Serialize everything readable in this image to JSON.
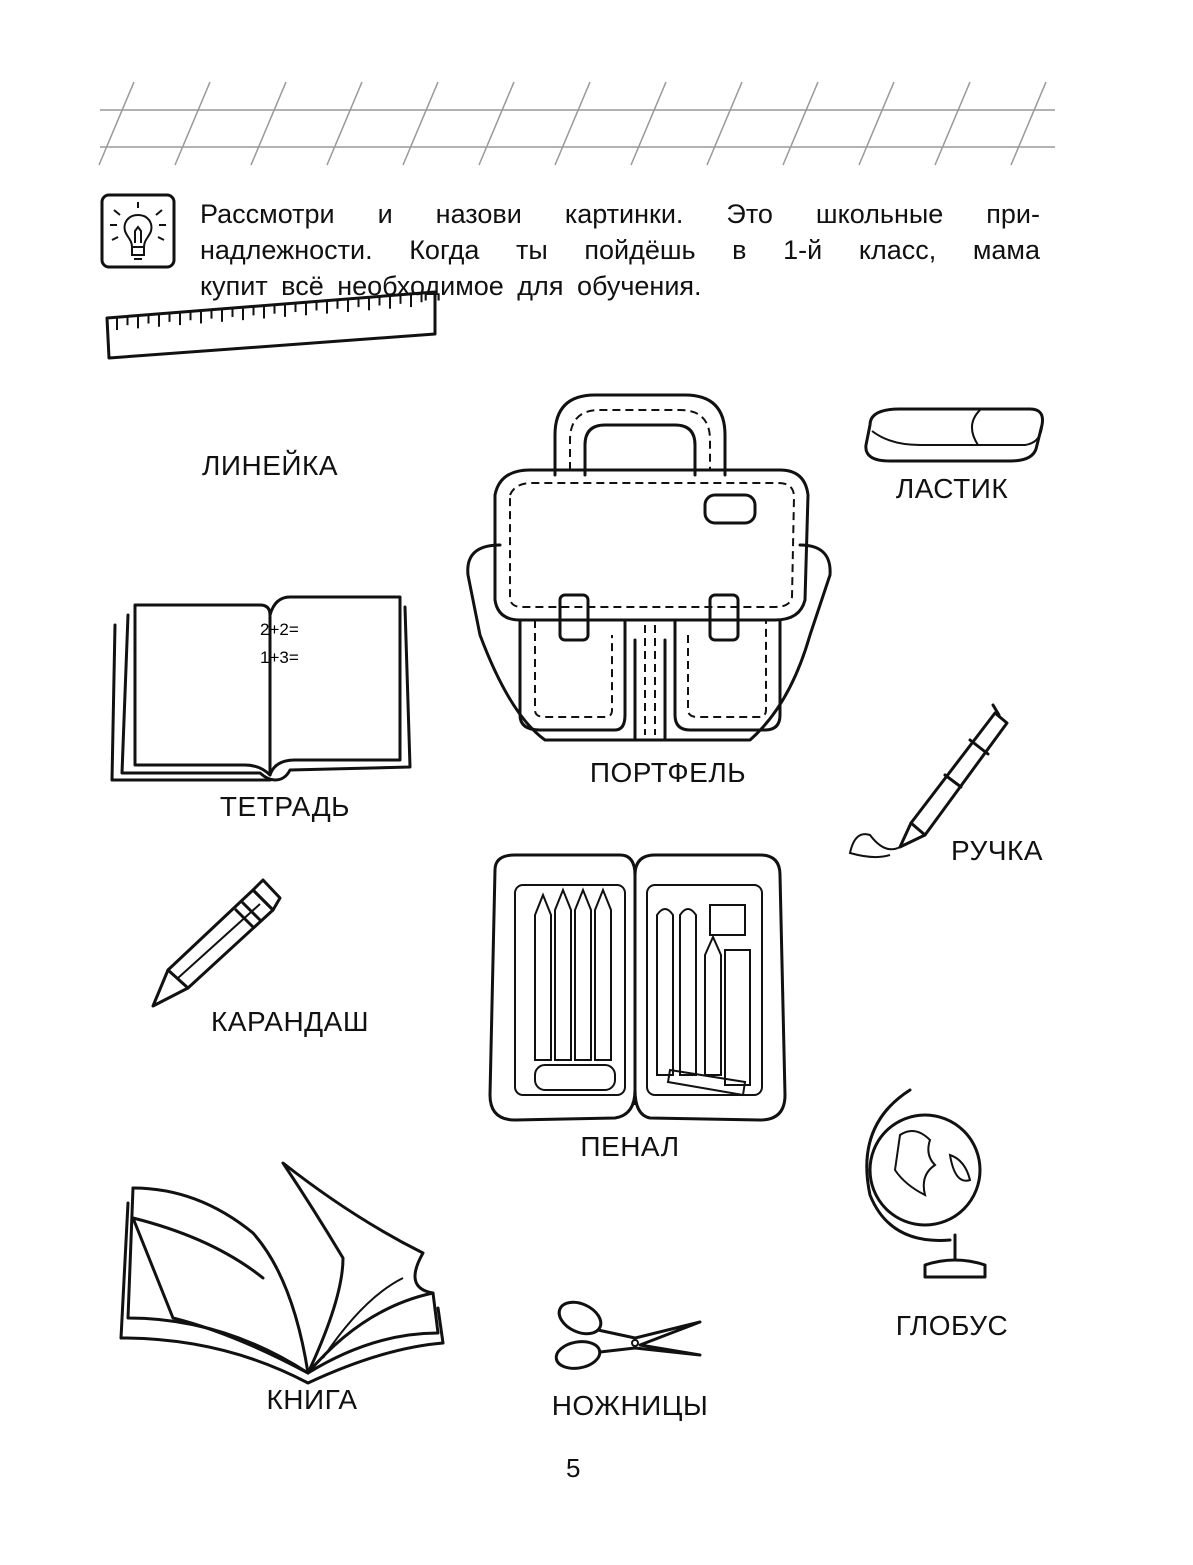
{
  "instruction": {
    "icon": "lightbulb-icon",
    "lines": [
      "Рассмотри и назови картинки. Это школьные при-",
      "надлежности. Когда ты пойдёшь в 1-й класс, мама",
      "купит всё необходимое для обучения."
    ]
  },
  "items": {
    "ruler": "ЛИНЕЙКА",
    "eraser": "ЛАСТИК",
    "schoolbag": "ПОРТФЕЛЬ",
    "notebook": "ТЕТРАДЬ",
    "notebook_text": [
      "2+2=",
      "1+3="
    ],
    "pen": "РУЧКА",
    "pencil": "КАРАНДАШ",
    "pencil_case": "ПЕНАЛ",
    "globe": "ГЛОБУС",
    "book": "КНИГА",
    "scissors": "НОЖНИЦЫ"
  },
  "page_number": "5"
}
